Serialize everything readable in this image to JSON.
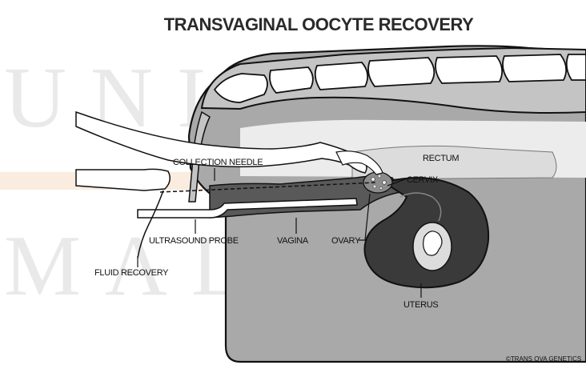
{
  "title": "TRANSVAGINAL OOCYTE RECOVERY",
  "watermark": {
    "line1": "UNIVERSITI",
    "line2": "MALAYSIA"
  },
  "labels": {
    "collection_needle": "COLLECTION NEEDLE",
    "rectum": "RECTUM",
    "cervix": "CERVIX",
    "ultrasound_probe": "ULTRASOUND PROBE",
    "vagina": "VAGINA",
    "ovary": "OVARY",
    "fluid_recovery": "FLUID RECOVERY",
    "uterus": "UTERUS"
  },
  "copyright": "©TRANS OVA GENETICS",
  "colors": {
    "body": "#a9a9a9",
    "cavity": "#ececec",
    "tract": "#595959",
    "uterus": "#3a3a3a",
    "watermark_band": "#f6dfc8"
  }
}
